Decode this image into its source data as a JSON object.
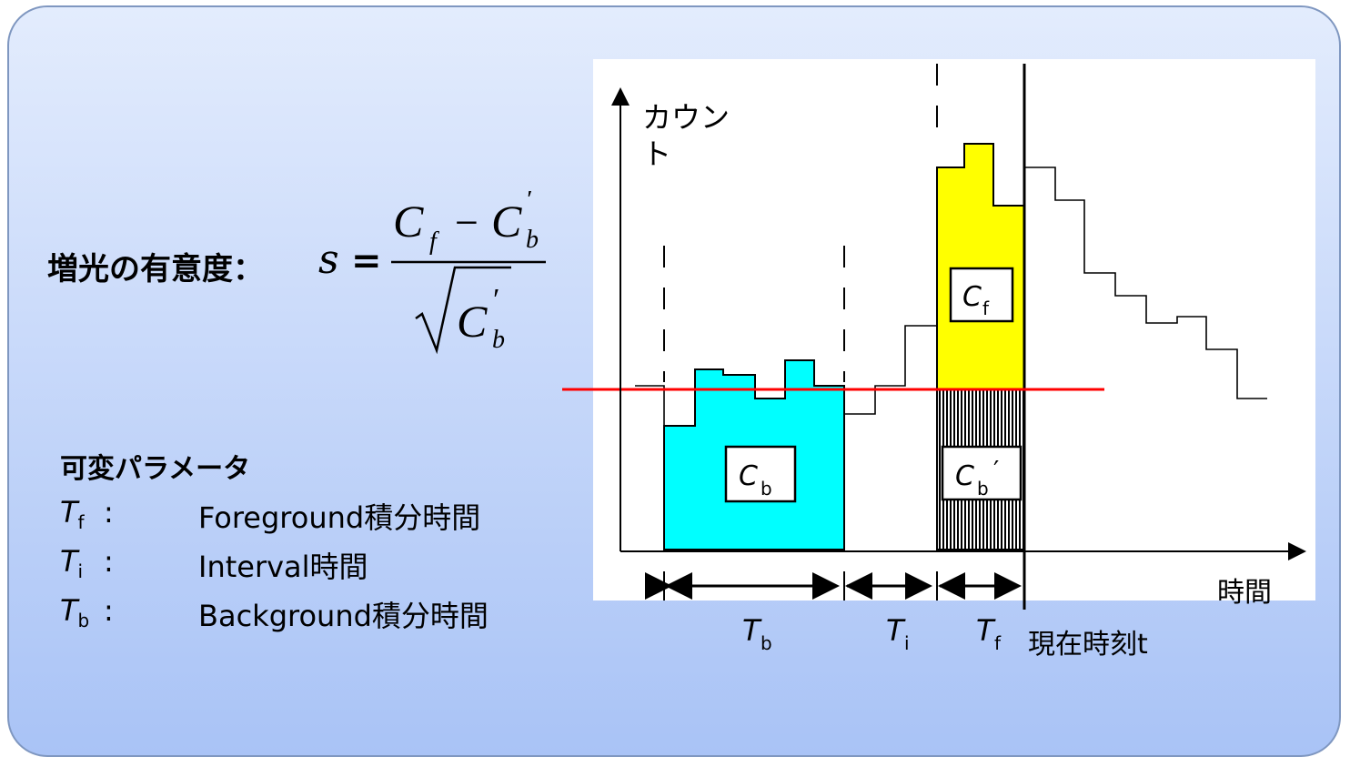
{
  "formula": {
    "label": "増光の有意度：",
    "lhs": "s",
    "equals": "=",
    "num_cf": "C",
    "num_cf_sub": "f",
    "minus": "−",
    "num_cb": "C",
    "num_cb_sub": "b",
    "prime": "′",
    "den_cb": "C",
    "den_cb_sub": "b"
  },
  "params": {
    "title": "可変パラメータ",
    "items": [
      {
        "sym": "T",
        "sub": "f",
        "colon": ":",
        "desc": "Foreground積分時間"
      },
      {
        "sym": "T",
        "sub": "i",
        "colon": ":",
        "desc": "Interval時間"
      },
      {
        "sym": "T",
        "sub": "b",
        "colon": ":",
        "desc": "Background積分時間"
      }
    ]
  },
  "chart": {
    "y_label_line1": "カウン",
    "y_label_line2": "ト",
    "x_label": "時間",
    "box_cf": "C",
    "box_cf_sub": "f",
    "box_cb": "C",
    "box_cb_sub": "b",
    "box_cbp": "C",
    "box_cbp_sub": "b",
    "box_cbp_prime": "′",
    "span_tb": "T",
    "span_tb_sub": "b",
    "span_ti": "T",
    "span_ti_sub": "i",
    "span_tf": "T",
    "span_tf_sub": "f",
    "now_label": "現在時刻t"
  },
  "colors": {
    "background_fill": "#00ffff",
    "foreground_fill": "#ffff00",
    "threshold_line": "#ff0000"
  }
}
